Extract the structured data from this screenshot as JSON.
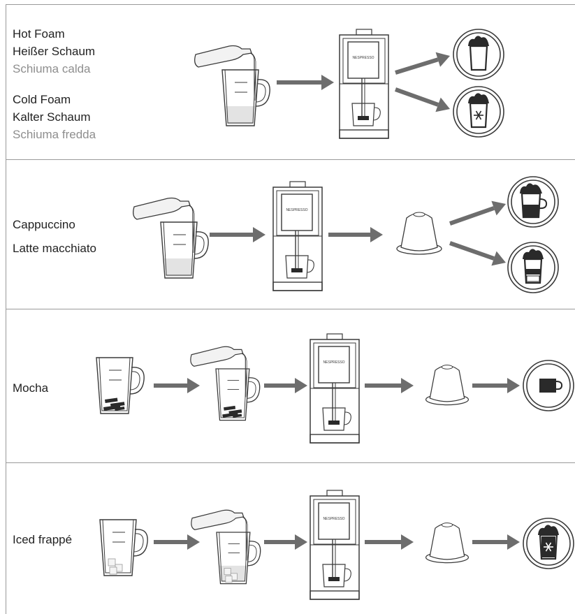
{
  "rows": [
    {
      "id": "foam",
      "labels": [
        {
          "text": "Hot Foam",
          "style": "dark"
        },
        {
          "text": "Heißer Schaum",
          "style": "dark"
        },
        {
          "text": "Schiuma calda",
          "style": "grey"
        },
        {
          "text": "Cold Foam",
          "style": "dark"
        },
        {
          "text": "Kalter Schaum",
          "style": "dark"
        },
        {
          "text": "Schiuma fredda",
          "style": "grey"
        }
      ],
      "sequence": [
        "milk-pour-glass",
        "machine",
        "result-hot-foam",
        "result-cold-foam"
      ]
    },
    {
      "id": "cappuccino",
      "labels": [
        {
          "text": "Cappuccino",
          "style": "dark"
        },
        {
          "text": "Latte macchiato",
          "style": "dark"
        }
      ],
      "sequence": [
        "milk-pour-glass",
        "machine",
        "capsule",
        "result-cappuccino",
        "result-latte-macchiato"
      ]
    },
    {
      "id": "mocha",
      "labels": [
        {
          "text": "Mocha",
          "style": "dark"
        }
      ],
      "sequence": [
        "glass-chocolate",
        "milk-pour-glass-chocolate",
        "machine",
        "capsule",
        "result-mocha"
      ]
    },
    {
      "id": "frappe",
      "labels": [
        {
          "text": "Iced frappé",
          "style": "dark"
        }
      ],
      "sequence": [
        "glass-ice",
        "milk-pour-glass-ice",
        "machine",
        "capsule",
        "result-iced-frappe"
      ]
    }
  ],
  "brand_text": "NESPRESSO",
  "colors": {
    "divider": "#9a9a9a",
    "arrow": "#6d6d6d",
    "line": "#3a3a3a",
    "milk": "#e3e3e3",
    "dark_fill": "#2a2a2a",
    "grey_label": "#8e8e8e"
  }
}
